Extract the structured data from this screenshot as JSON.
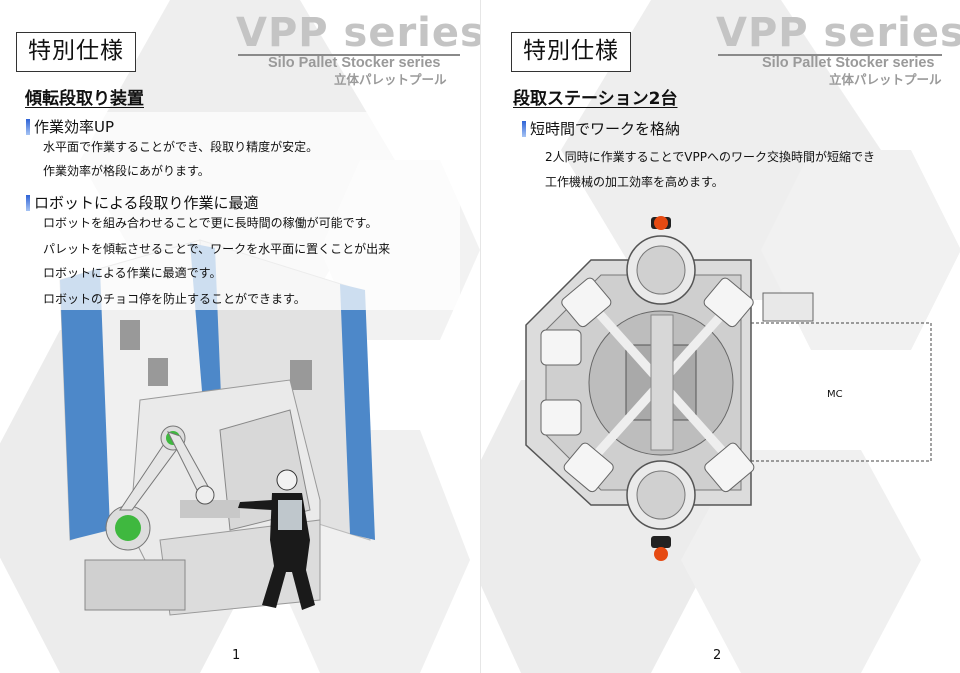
{
  "pages": [
    {
      "spec_label": "特別仕様",
      "series_title": "VPP series",
      "series_subtitle": "Silo Pallet Stocker series",
      "series_jp": "立体パレットプール",
      "heading": "傾転段取り装置",
      "sections": [
        {
          "title": "作業効率UP",
          "lines": [
            "水平面で作業することができ、段取り精度が安定。",
            "作業効率が格段にあがります。"
          ]
        },
        {
          "title": "ロボットによる段取り作業に最適",
          "lines": [
            "ロボットを組み合わせることで更に長時間の稼働が可能です。",
            "パレットを傾転させることで、ワークを水平面に置くことが出来",
            "ロボットによる作業に最適です。",
            "ロボットのチョコ停を防止することができます。"
          ]
        }
      ],
      "page_number": "1"
    },
    {
      "spec_label": "特別仕様",
      "series_title": "VPP series",
      "series_subtitle": "Silo Pallet Stocker series",
      "series_jp": "立体パレットプール",
      "heading": "段取ステーション2台",
      "sections": [
        {
          "title": "短時間でワークを格納",
          "lines": [
            "2人同時に作業することでVPPへのワーク交換時間が短縮でき",
            "工作機械の加工効率を高めます。"
          ]
        }
      ],
      "diagram_label": "MC",
      "page_number": "2"
    }
  ],
  "colors": {
    "machine_blue": "#4d88c9",
    "robot_green": "#3fb83f",
    "operator_orange": "#e64a12"
  }
}
